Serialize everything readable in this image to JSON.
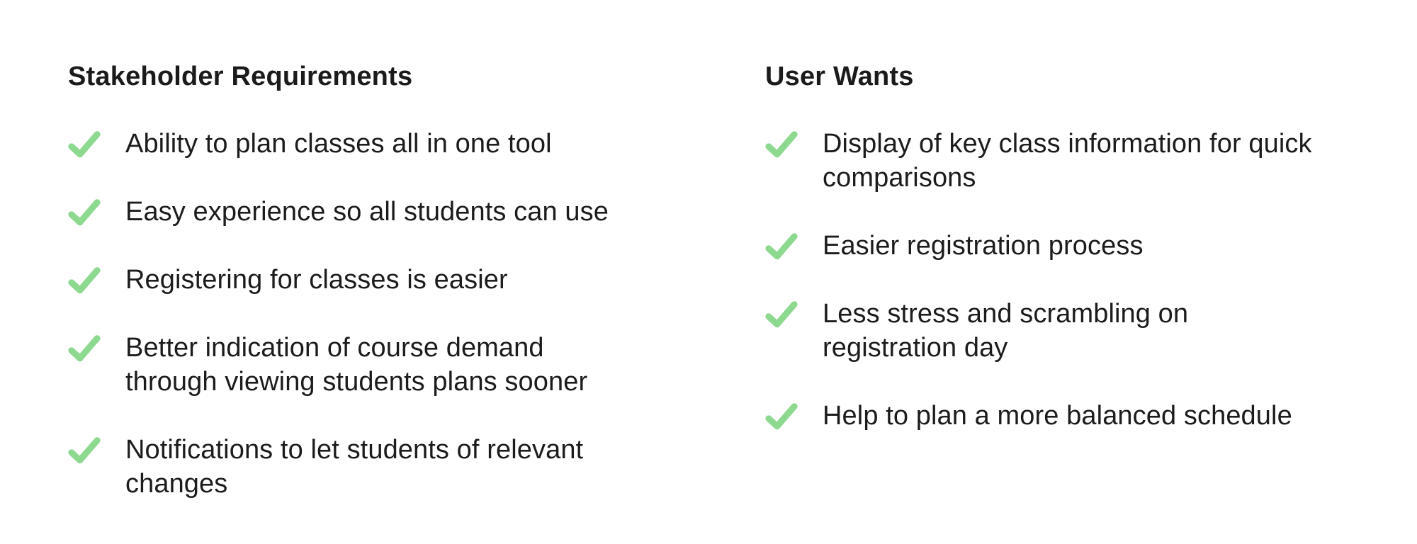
{
  "page": {
    "background_color": "#ffffff",
    "text_color": "#1c1c1c",
    "check_color": "#8dd98f"
  },
  "columns": [
    {
      "title": "Stakeholder Requirements",
      "items": [
        "Ability to plan classes all in one tool",
        "Easy experience so all students can use",
        "Registering for classes is easier",
        "Better indication of course demand through viewing students plans sooner",
        "Notifications to let students of relevant changes"
      ]
    },
    {
      "title": "User Wants",
      "items": [
        "Display of key class information for quick comparisons",
        "Easier registration process",
        "Less stress and scrambling on registration day",
        "Help to plan a more balanced schedule"
      ]
    }
  ]
}
